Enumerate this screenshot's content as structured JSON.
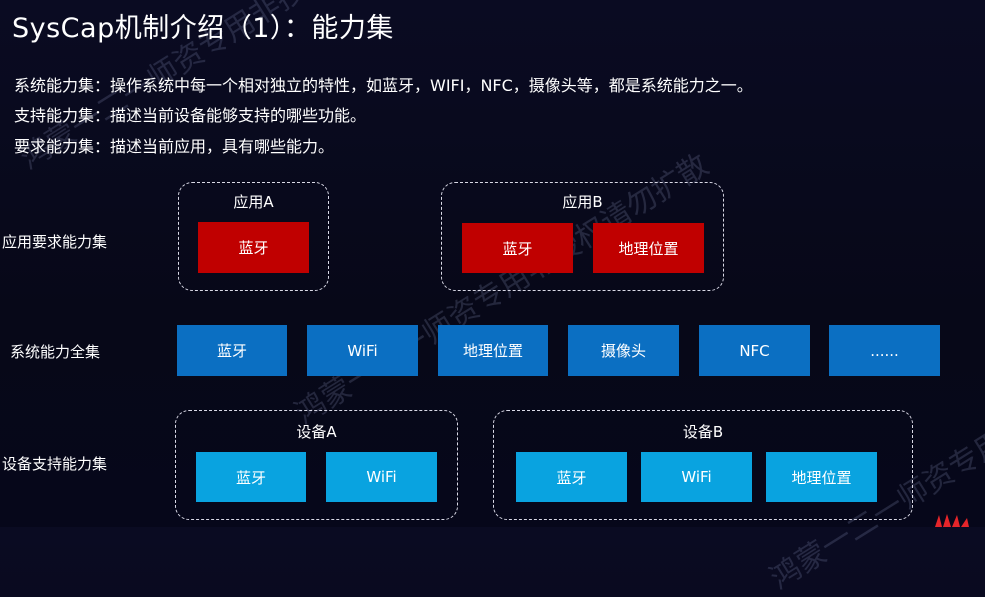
{
  "title": "SysCap机制介绍（1）：能力集",
  "descriptions": [
    "系统能力集：操作系统中每一个相对独立的特性，如蓝牙，WIFI，NFC，摄像头等，都是系统能力之一。",
    "支持能力集：描述当前设备能够支持的哪些功能。",
    "要求能力集：描述当前应用，具有哪些能力。"
  ],
  "rows": {
    "required": "应用要求能力集",
    "system": "系统能力全集",
    "supported": "设备支持能力集"
  },
  "app_a": {
    "title": "应用A",
    "items": [
      "蓝牙"
    ]
  },
  "app_b": {
    "title": "应用B",
    "items": [
      "蓝牙",
      "地理位置"
    ]
  },
  "system_items": [
    "蓝牙",
    "WiFi",
    "地理位置",
    "摄像头",
    "NFC",
    "......"
  ],
  "device_a": {
    "title": "设备A",
    "items": [
      "蓝牙",
      "WiFi"
    ]
  },
  "device_b": {
    "title": "设备B",
    "items": [
      "蓝牙",
      "WiFi",
      "地理位置"
    ]
  },
  "watermark": "鸿蒙一二一师资专用非授权请勿扩散",
  "colors": {
    "background": "#070818",
    "required_box": "#c00000",
    "system_box": "#0b6fc2",
    "device_box": "#09a3e0",
    "dashed_border": "#d9d9e6"
  }
}
